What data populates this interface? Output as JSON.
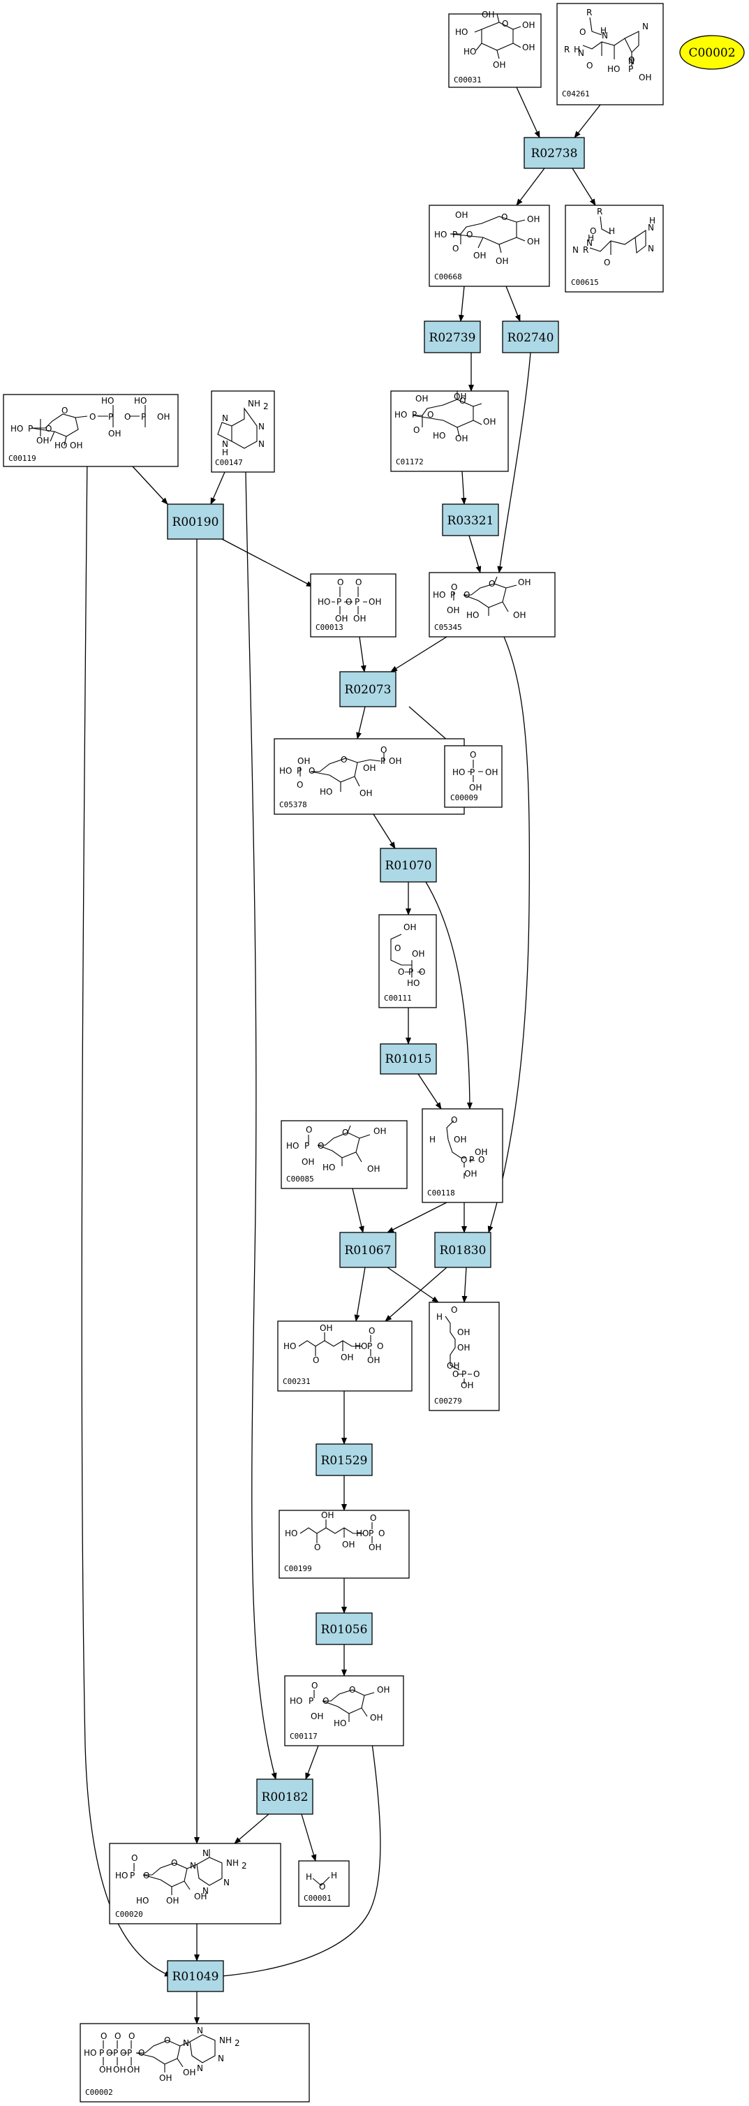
{
  "diagram": {
    "highlight_node": {
      "id": "C00002",
      "fill": "#ffff00"
    },
    "reaction_fill": "#add8e6",
    "compounds": [
      {
        "id": "C00031",
        "atoms": [
          "HO",
          "OH",
          "O",
          "OH",
          "HO",
          "OH",
          "OH"
        ]
      },
      {
        "id": "C04261",
        "atoms": [
          "R",
          "O",
          "N",
          "R",
          "H",
          "N",
          "H",
          "O",
          "N",
          "N",
          "HO",
          "P",
          "O",
          "OH"
        ]
      },
      {
        "id": "C00668",
        "atoms": [
          "OH",
          "HO",
          "P",
          "O",
          "O",
          "O",
          "OH",
          "OH",
          "OH",
          "OH"
        ]
      },
      {
        "id": "C00615",
        "atoms": [
          "R",
          "O",
          "H",
          "N",
          "R",
          "N",
          "H",
          "O",
          "N",
          "H",
          "N"
        ]
      },
      {
        "id": "C00119",
        "atoms": [
          "HO",
          "P",
          "O",
          "OH",
          "O",
          "HO",
          "P",
          "O",
          "HO",
          "P",
          "OH",
          "O",
          "OH",
          "HO",
          "OH"
        ]
      },
      {
        "id": "C00147",
        "atoms": [
          "NH",
          "2",
          "N",
          "N",
          "N",
          "N",
          "H"
        ]
      },
      {
        "id": "C01172",
        "atoms": [
          "OH",
          "HO",
          "P",
          "O",
          "O",
          "O",
          "OH",
          "HO",
          "OH",
          "OH"
        ]
      },
      {
        "id": "C00013",
        "atoms": [
          "O",
          "O",
          "HO",
          "P",
          "O",
          "P",
          "OH",
          "OH",
          "OH"
        ]
      },
      {
        "id": "C05345",
        "atoms": [
          "O",
          "HO",
          "P",
          "O",
          "O",
          "OH",
          "OH",
          "HO",
          "OH"
        ]
      },
      {
        "id": "C05378",
        "atoms": [
          "OH",
          "O",
          "P",
          "OH",
          "HO",
          "P",
          "O",
          "O",
          "OH",
          "O",
          "HO",
          "OH"
        ]
      },
      {
        "id": "C00009",
        "atoms": [
          "O",
          "HO",
          "P",
          "OH",
          "OH"
        ]
      },
      {
        "id": "C00111",
        "atoms": [
          "OH",
          "O",
          "OH",
          "O",
          "P",
          "O",
          "HO"
        ]
      },
      {
        "id": "C00085",
        "atoms": [
          "O",
          "HO",
          "P",
          "O",
          "O",
          "OH",
          "OH",
          "HO",
          "OH"
        ]
      },
      {
        "id": "C00118",
        "atoms": [
          "O",
          "H",
          "OH",
          "O",
          "OH",
          "P",
          "O",
          "OH"
        ]
      },
      {
        "id": "C00231",
        "atoms": [
          "OH",
          "HO",
          "OH",
          "HO",
          "P",
          "O",
          "O",
          "OH",
          "O"
        ]
      },
      {
        "id": "C00279",
        "atoms": [
          "H",
          "O",
          "OH",
          "OH",
          "OH",
          "O",
          "P",
          "O",
          "OH"
        ]
      },
      {
        "id": "C00199",
        "atoms": [
          "OH",
          "HO",
          "OH",
          "HO",
          "P",
          "O",
          "O",
          "OH",
          "O"
        ]
      },
      {
        "id": "C00117",
        "atoms": [
          "O",
          "HO",
          "P",
          "O",
          "O",
          "OH",
          "OH",
          "HO",
          "OH"
        ]
      },
      {
        "id": "C00020",
        "atoms": [
          "O",
          "HO",
          "P",
          "O",
          "O",
          "N",
          "N",
          "NH",
          "2",
          "OH",
          "HO",
          "OH",
          "N",
          "N"
        ]
      },
      {
        "id": "C00001",
        "atoms": [
          "H",
          "O",
          "H"
        ]
      },
      {
        "id": "C00002",
        "atoms": [
          "O",
          "O",
          "O",
          "HO",
          "P",
          "O",
          "P",
          "O",
          "P",
          "O",
          "O",
          "N",
          "N",
          "NH",
          "2",
          "OH",
          "OH",
          "OH",
          "OH",
          "OH",
          "N",
          "N"
        ]
      }
    ],
    "reactions": [
      {
        "id": "R02738"
      },
      {
        "id": "R02739"
      },
      {
        "id": "R02740"
      },
      {
        "id": "R00190"
      },
      {
        "id": "R03321"
      },
      {
        "id": "R02073"
      },
      {
        "id": "R01070"
      },
      {
        "id": "R01015"
      },
      {
        "id": "R01067"
      },
      {
        "id": "R01830"
      },
      {
        "id": "R01529"
      },
      {
        "id": "R01056"
      },
      {
        "id": "R00182"
      },
      {
        "id": "R01049"
      }
    ],
    "edges": [
      [
        "C00031",
        "R02738"
      ],
      [
        "C04261",
        "R02738"
      ],
      [
        "R02738",
        "C00668"
      ],
      [
        "R02738",
        "C00615"
      ],
      [
        "C00668",
        "R02739"
      ],
      [
        "C00668",
        "R02740"
      ],
      [
        "R02739",
        "C01172"
      ],
      [
        "C01172",
        "R03321"
      ],
      [
        "R03321",
        "C05345"
      ],
      [
        "R02740",
        "C05345"
      ],
      [
        "C00119",
        "R00190"
      ],
      [
        "C00147",
        "R00190"
      ],
      [
        "R00190",
        "C00013"
      ],
      [
        "C00013",
        "R02073"
      ],
      [
        "C05345",
        "R02073"
      ],
      [
        "R02073",
        "C05378"
      ],
      [
        "R02073",
        "C00009"
      ],
      [
        "C05378",
        "R01070"
      ],
      [
        "R01070",
        "C00111"
      ],
      [
        "C00111",
        "R01015"
      ],
      [
        "R01015",
        "C00118"
      ],
      [
        "R01070",
        "C00118"
      ],
      [
        "C00085",
        "R01067"
      ],
      [
        "C00118",
        "R01067"
      ],
      [
        "C00118",
        "R01830"
      ],
      [
        "C05345",
        "R01830"
      ],
      [
        "R01067",
        "C00231"
      ],
      [
        "R01067",
        "C00279"
      ],
      [
        "R01830",
        "C00231"
      ],
      [
        "R01830",
        "C00279"
      ],
      [
        "C00231",
        "R01529"
      ],
      [
        "R01529",
        "C00199"
      ],
      [
        "C00199",
        "R01056"
      ],
      [
        "R01056",
        "C00117"
      ],
      [
        "C00117",
        "R00182"
      ],
      [
        "C00147",
        "R00182"
      ],
      [
        "R00182",
        "C00020"
      ],
      [
        "R00182",
        "C00001"
      ],
      [
        "R00190",
        "C00020"
      ],
      [
        "C00020",
        "R01049"
      ],
      [
        "C00119",
        "R01049"
      ],
      [
        "R01049",
        "C00117"
      ],
      [
        "R01049",
        "C00002"
      ]
    ]
  }
}
